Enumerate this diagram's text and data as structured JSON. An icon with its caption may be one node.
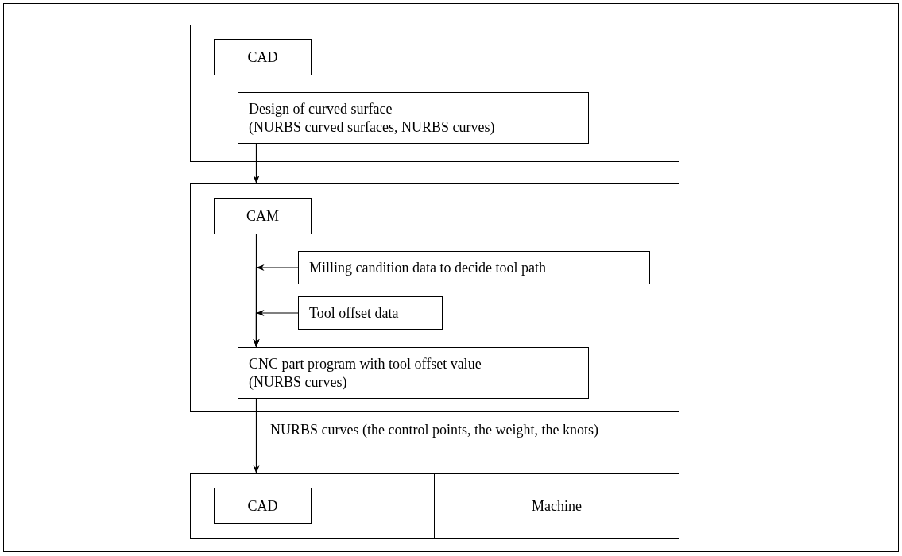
{
  "diagram": {
    "nodes": [
      {
        "text": [],
        "shape": "box"
      },
      {
        "text": [
          "CAD"
        ],
        "in": 0
      },
      {
        "text": [
          "Design of curved surface",
          "(NURBS curved surfaces, NURBS curves)"
        ],
        "in": 0
      },
      {
        "text": [],
        "shape": "box"
      },
      {
        "text": [
          "CAM"
        ],
        "in": 3
      },
      {
        "text": [
          "Milling candition data to decide tool path"
        ],
        "in": 3
      },
      {
        "text": [
          "Tool offset data"
        ],
        "in": 3
      },
      {
        "text": [
          "CNC part program with tool offset value",
          "(NURBS curves)"
        ],
        "in": 3
      },
      {
        "text": [],
        "shape": "box"
      },
      {
        "text": [
          "CAD"
        ],
        "in": 8
      },
      {
        "text": [
          "Machine"
        ],
        "in": 8
      }
    ],
    "edges": [
      {
        "from": 2,
        "to": 3,
        "arrow": "to"
      },
      {
        "from": 4,
        "to": 7,
        "arrow": "to"
      },
      {
        "from": 5,
        "to": 7,
        "arrow": "to"
      },
      {
        "from": 6,
        "to": 7,
        "arrow": "to"
      },
      {
        "from": 7,
        "to": 8,
        "arrow": "to",
        "label": "NURBS curves (the control points, the weight, the knots)"
      }
    ]
  }
}
